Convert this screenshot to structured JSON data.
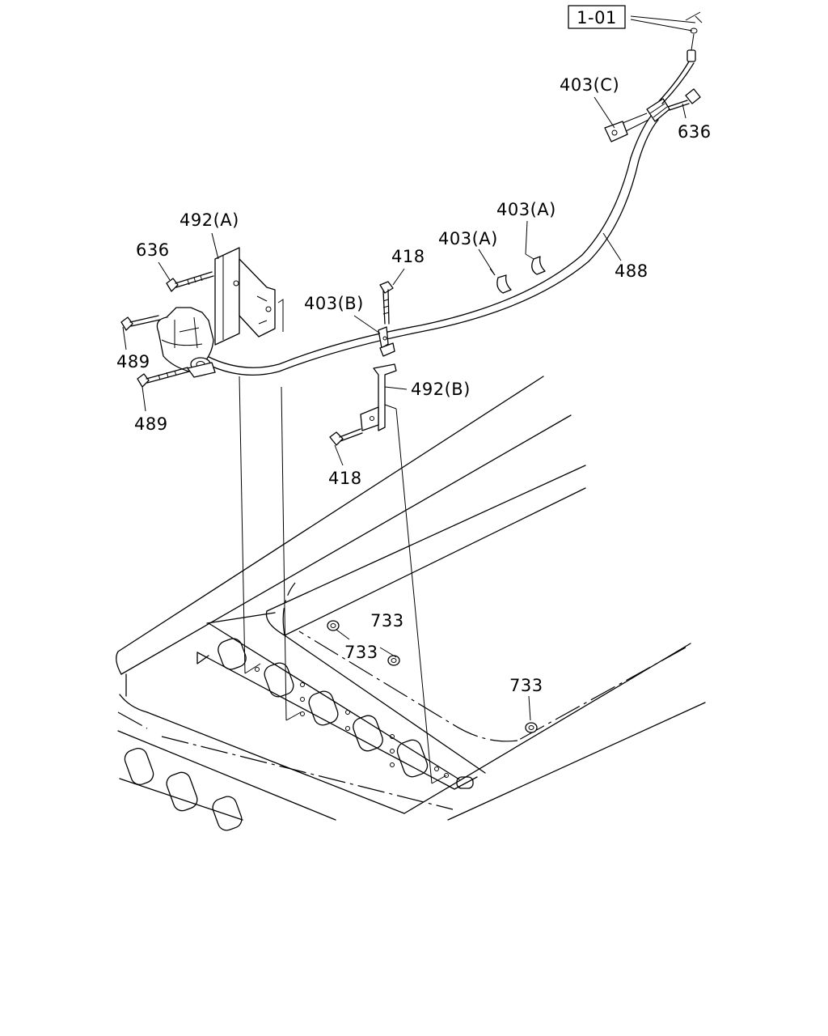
{
  "ref_box": "1-01",
  "labels": {
    "p403c": "403(C)",
    "p636_top": "636",
    "p403a_upper": "403(A)",
    "p403a_lower": "403(A)",
    "p488": "488",
    "p492a": "492(A)",
    "p636_left": "636",
    "p418_top": "418",
    "p403b": "403(B)",
    "p489_upper": "489",
    "p489_lower": "489",
    "p492b": "492(B)",
    "p418_bottom": "418",
    "p733_a": "733",
    "p733_b": "733",
    "p733_c": "733"
  }
}
